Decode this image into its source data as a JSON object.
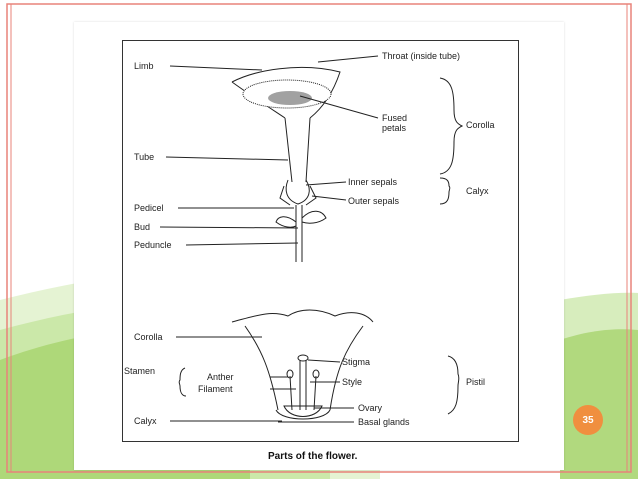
{
  "slide_number": "35",
  "caption": "Parts of the flower.",
  "labels": {
    "limb": "Limb",
    "throat": "Throat (inside tube)",
    "fused_petals_1": "Fused",
    "fused_petals_2": "petals",
    "corolla_top": "Corolla",
    "tube": "Tube",
    "inner_sepals": "Inner sepals",
    "calyx_top": "Calyx",
    "pedicel": "Pedicel",
    "outer_sepals": "Outer sepals",
    "bud": "Bud",
    "peduncle": "Peduncle",
    "corolla_bottom": "Corolla",
    "stigma": "Stigma",
    "stamen": "Stamen",
    "anther": "Anther",
    "style": "Style",
    "pistil": "Pistil",
    "filament": "Filament",
    "ovary": "Ovary",
    "calyx_bottom": "Calyx",
    "basal_glands": "Basal glands"
  },
  "colors": {
    "accent_green": "#8cc63f",
    "accent_orange": "#f08f3f",
    "border_red": "#e8837a"
  }
}
